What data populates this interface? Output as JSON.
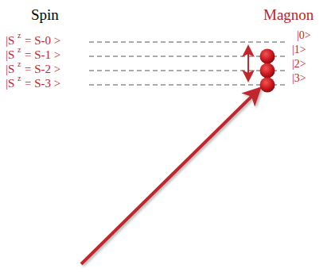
{
  "diagram": {
    "labels": [
      "Spin",
      "Magnon",
      "|S",
      "z",
      "= S-0 >",
      "|S",
      "z",
      "= S-1 >",
      "|S",
      "z",
      "= S-2 >",
      "|S",
      "z",
      "= S-3 >",
      "|0>",
      "|1>",
      "|2>",
      "|3>"
    ]
  }
}
